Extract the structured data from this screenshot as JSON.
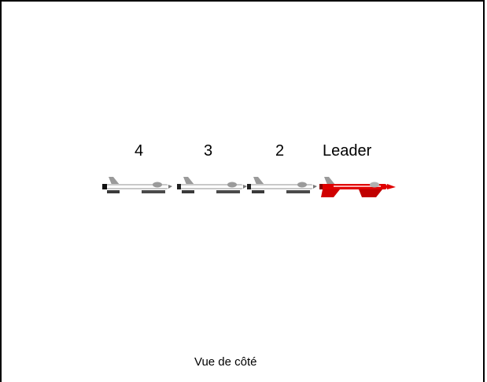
{
  "labels": {
    "aircraft_4": "4",
    "aircraft_3": "3",
    "aircraft_2": "2",
    "leader": "Leader"
  },
  "caption": "Vue de côté",
  "colors": {
    "follower_body": "#b8b8b8",
    "follower_dark": "#2a2a2a",
    "leader_body": "#e00000",
    "leader_dark": "#8a0000"
  }
}
